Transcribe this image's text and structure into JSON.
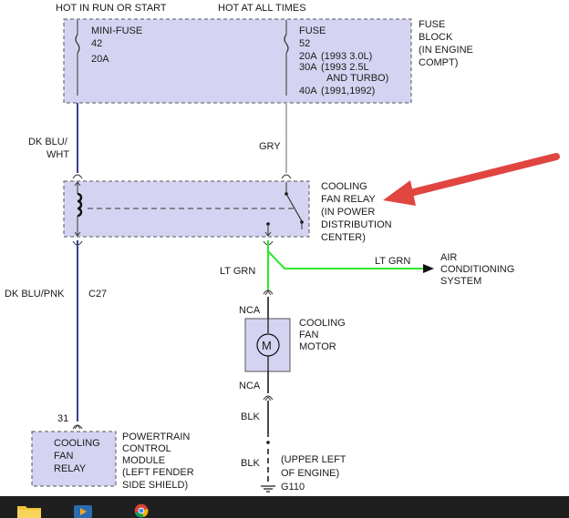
{
  "header": {
    "hot_run_start": "HOT IN RUN OR START",
    "hot_all_times": "HOT AT ALL TIMES"
  },
  "fuse_block": {
    "mini_fuse_label": "MINI-FUSE",
    "mini_fuse_number": "42",
    "mini_fuse_rating": "20A",
    "fuse_label": "FUSE",
    "fuse_number": "52",
    "fuse_rating_1": "20A",
    "fuse_rating_1_note": "(1993 3.0L)",
    "fuse_rating_2": "30A",
    "fuse_rating_2_note": "(1993 2.5L",
    "fuse_rating_2_note_cont": "AND TURBO)",
    "fuse_rating_3": "40A",
    "fuse_rating_3_note": "(1991,1992)",
    "title_line1": "FUSE",
    "title_line2": "BLOCK",
    "title_line3": "(IN ENGINE",
    "title_line4": "COMPT)"
  },
  "wires": {
    "dk_blu_wht_line1": "DK BLU/",
    "dk_blu_wht_line2": "WHT",
    "gry": "GRY",
    "dk_blu_pnk": "DK BLU/PNK",
    "c27": "C27",
    "lt_grn_1": "LT GRN",
    "lt_grn_2": "LT GRN",
    "nca_1": "NCA",
    "nca_2": "NCA",
    "blk_1": "BLK",
    "blk_2": "BLK"
  },
  "relay": {
    "line1": "COOLING",
    "line2": "FAN RELAY",
    "line3": "(IN POWER",
    "line4": "DISTRIBUTION",
    "line5": "CENTER)"
  },
  "ac_system": {
    "line1": "AIR",
    "line2": "CONDITIONING",
    "line3": "SYSTEM"
  },
  "motor": {
    "symbol": "M",
    "line1": "COOLING",
    "line2": "FAN",
    "line3": "MOTOR"
  },
  "pcm": {
    "pin": "31",
    "box_line1": "COOLING",
    "box_line2": "FAN",
    "box_line3": "RELAY",
    "line1": "POWERTRAIN",
    "line2": "CONTROL",
    "line3": "MODULE",
    "line4": "(LEFT FENDER",
    "line5": "SIDE SHIELD)"
  },
  "ground": {
    "line1": "(UPPER LEFT",
    "line2": "OF ENGINE)",
    "id": "G110"
  },
  "colors": {
    "box_fill": "#d4d4f2",
    "wire_blue": "#3a3f9a",
    "wire_gray": "#b3b3b3",
    "wire_green": "#2ee82e",
    "arrow_red": "#e0453f",
    "taskbar": "#1f1f1f"
  },
  "taskbar_icons": [
    "folder-icon",
    "media-app-icon",
    "chrome-icon"
  ]
}
